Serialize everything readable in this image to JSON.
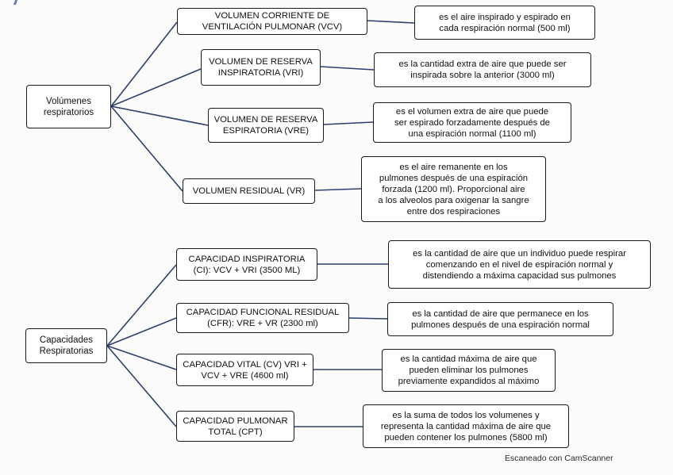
{
  "diagram": {
    "sections": [
      {
        "root": "Volúmenes\nrespiratorios",
        "items": [
          {
            "term": "VOLUMEN CORRIENTE DE\nVENTILACIÓN PULMONAR (VCV)",
            "definition": "es el aire inspirado y espirado en\ncada respiración normal (500 ml)"
          },
          {
            "term": "VOLUMEN DE RESERVA\nINSPIRATORIA (VRI)",
            "definition": "es la cantidad extra de aire que puede ser\ninspirada sobre la anterior (3000 ml)"
          },
          {
            "term": "VOLUMEN DE RESERVA\nESPIRATORIA (VRE)",
            "definition": "es el volumen extra de aire que puede\nser espirado forzadamente después de\nuna espiración normal (1100 ml)"
          },
          {
            "term": "VOLUMEN RESIDUAL (VR)",
            "definition": "es el aire remanente en los\npulmones después de una espiración\nforzada (1200 ml). Proporcional aire\na los alveolos para oxigenar la sangre\nentre dos respiraciones"
          }
        ]
      },
      {
        "root": "Capacidades\nRespiratorias",
        "items": [
          {
            "term": "CAPACIDAD INSPIRATORIA\n(CI): VCV + VRI (3500 ML)",
            "definition": "es la cantidad de aire que un individuo puede respirar\ncomenzando en el nivel de espiración normal y\ndistendiendo a máxima capacidad sus pulmones"
          },
          {
            "term": "CAPACIDAD FUNCIONAL RESIDUAL\n(CFR): VRE + VR (2300 ml)",
            "definition": "es la cantidad de aire que permanece en los\npulmones después de una espiración normal"
          },
          {
            "term": "CAPACIDAD VITAL (CV) VRI +\nVCV + VRE (4600 ml)",
            "definition": "es la cantidad máxima de aire que\npueden eliminar los pulmones\npreviamente expandidos al máximo"
          },
          {
            "term": "CAPACIDAD PULMONAR\nTOTAL (CPT)",
            "definition": "es la suma de todos los volumenes y\nrepresenta la cantidad máxima de aire que\npueden contener los pulmones (5800 ml)"
          }
        ]
      }
    ]
  },
  "footer": {
    "watermark": "Escaneado con CamScanner"
  },
  "colors": {
    "connector": "#2b3f6e",
    "border": "#1a1a1a",
    "background": "#fbfbfa"
  }
}
